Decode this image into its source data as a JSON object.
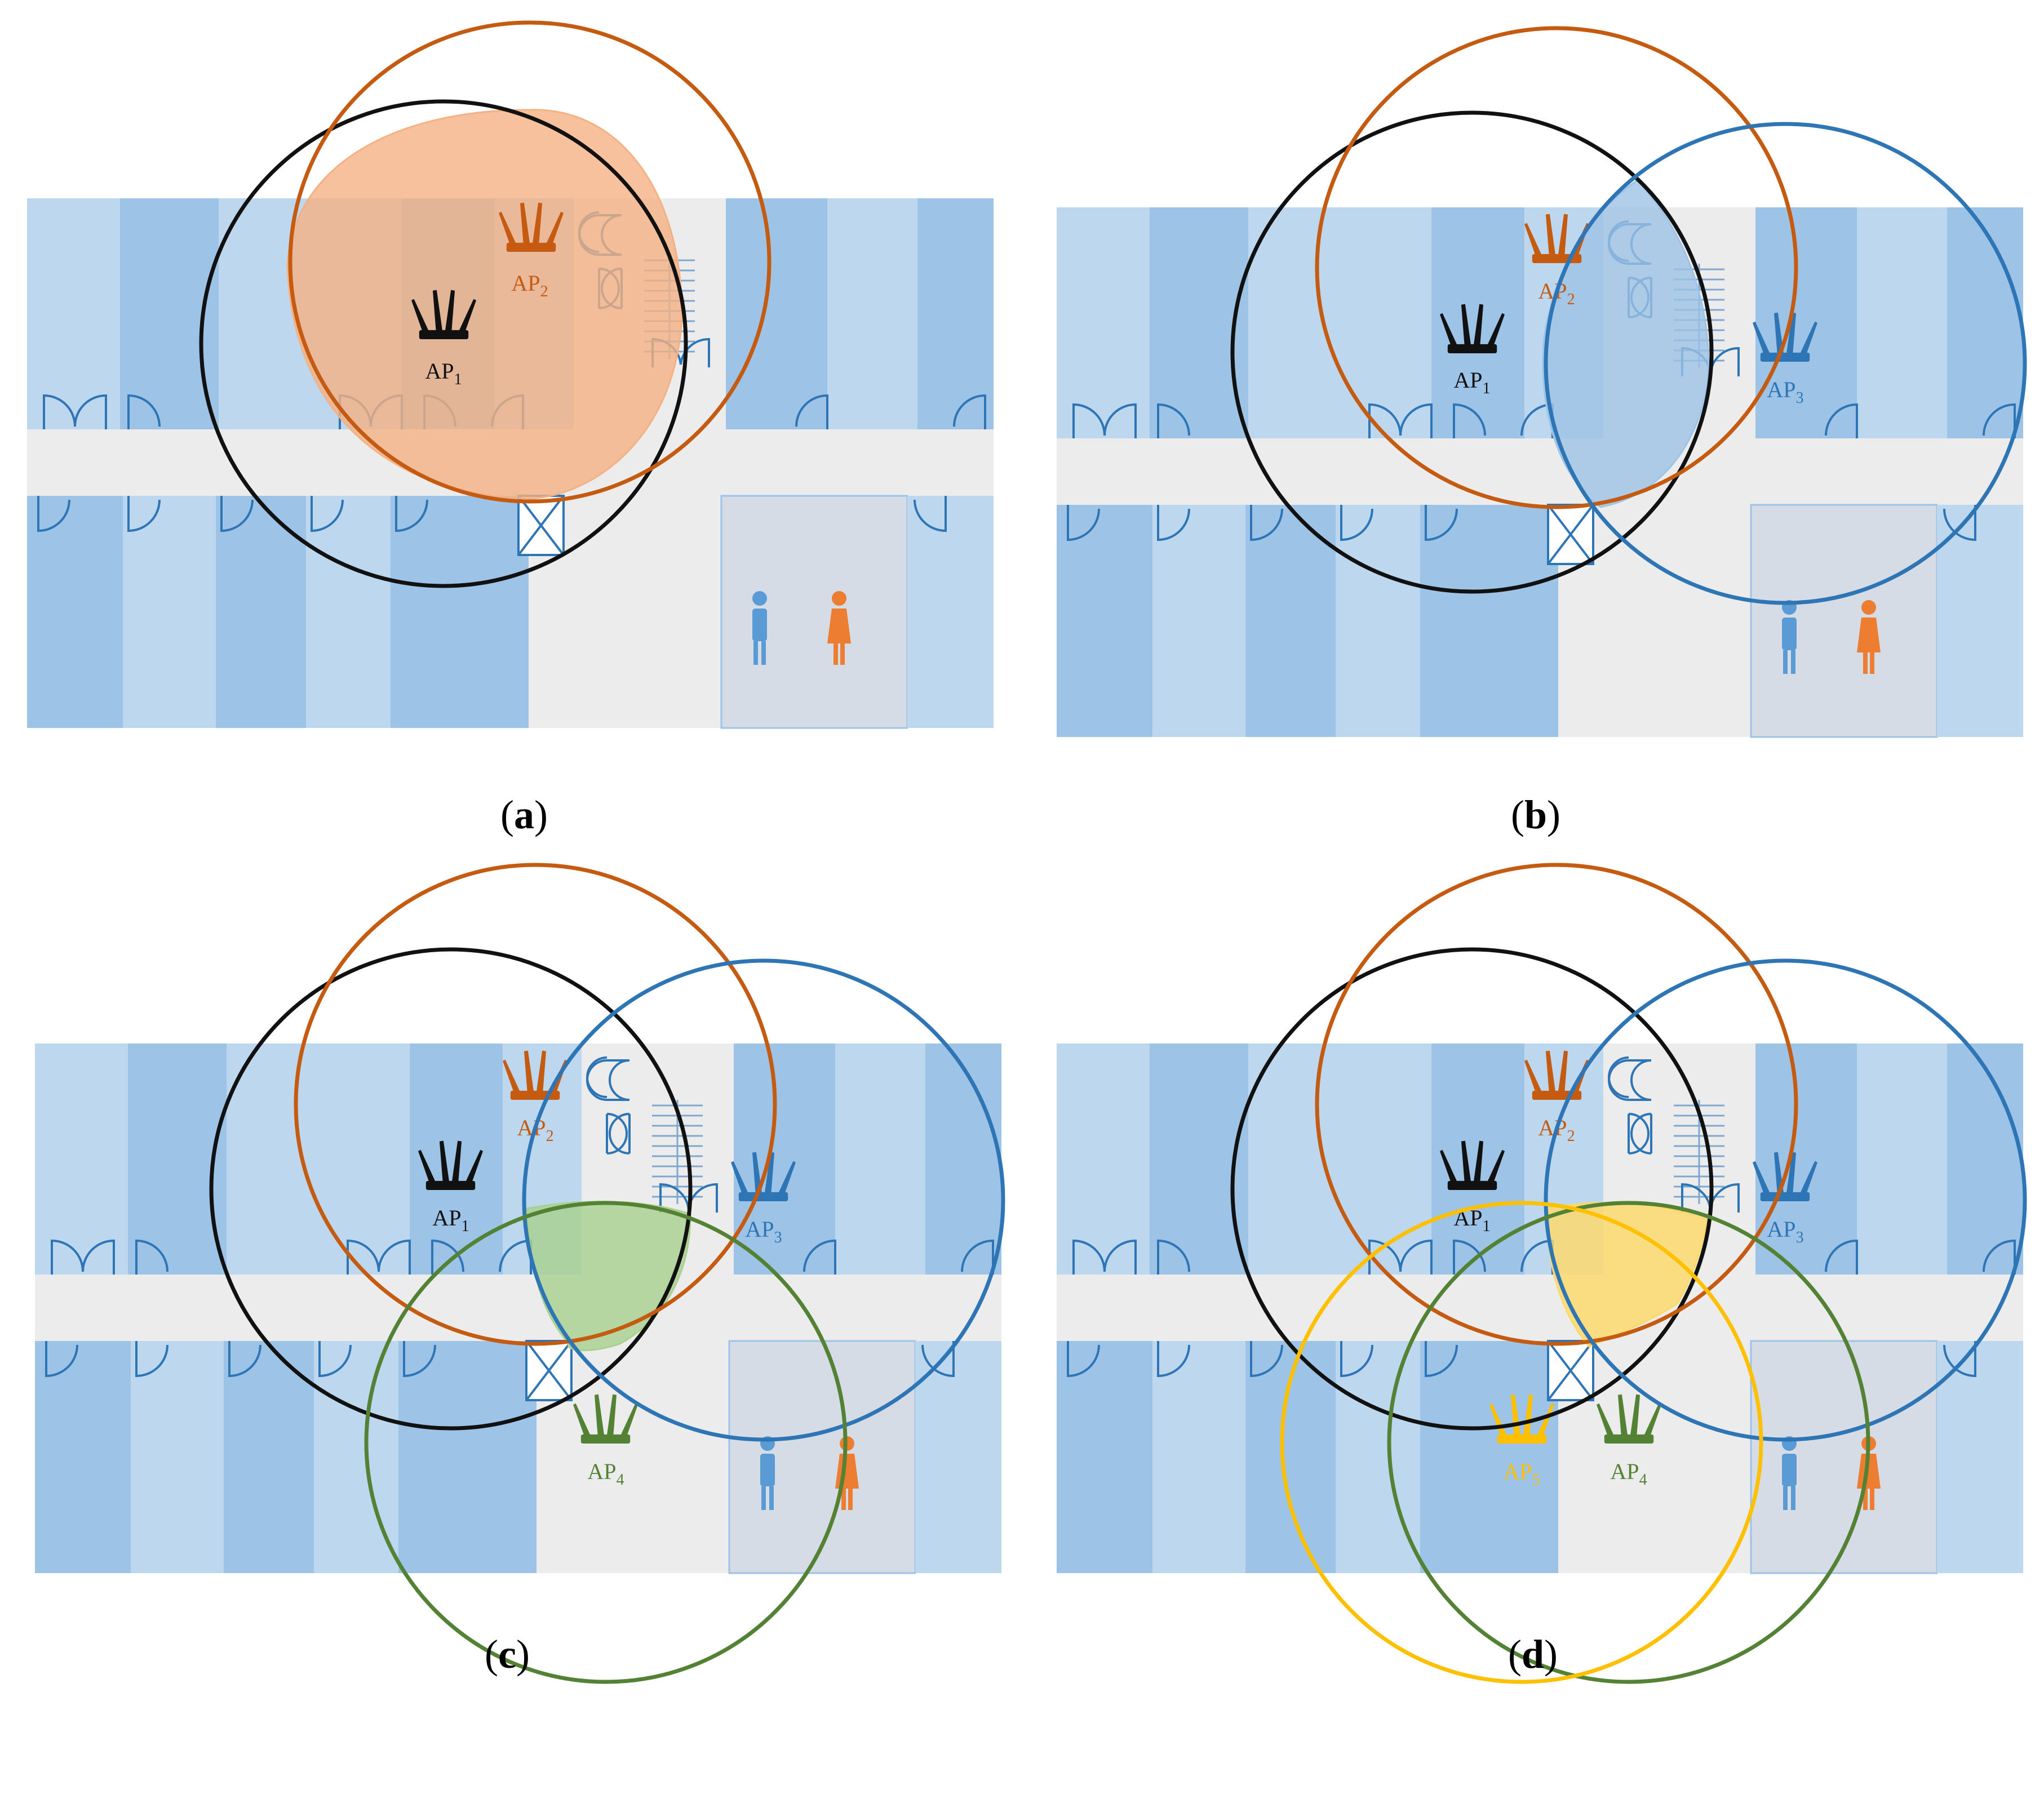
{
  "panels": [
    {
      "id": "a",
      "caption_letter": "a",
      "aps": [
        "1",
        "2"
      ],
      "highlight": "ap1-ap2"
    },
    {
      "id": "b",
      "caption_letter": "b",
      "aps": [
        "1",
        "2",
        "3"
      ],
      "highlight": "ap1-ap2-ap3"
    },
    {
      "id": "c",
      "caption_letter": "c",
      "aps": [
        "1",
        "2",
        "3",
        "4"
      ],
      "highlight": "ap1-ap2-ap3-ap4"
    },
    {
      "id": "d",
      "caption_letter": "d",
      "aps": [
        "1",
        "2",
        "3",
        "4",
        "5"
      ],
      "highlight": "ap1-ap2-ap3-ap4-ap5"
    }
  ],
  "ap_prefix": "AP",
  "ap_subscripts": {
    "ap1": "1",
    "ap2": "2",
    "ap3": "3",
    "ap4": "4",
    "ap5": "5"
  },
  "colors": {
    "ap1": "#111111",
    "ap2": "#c55a11",
    "ap3": "#2e75b6",
    "ap4": "#548235",
    "ap5": "#ffc000",
    "room_light": "#bdd7ee",
    "room_dark": "#9dc3e6",
    "corridor": "#ececec",
    "restroom": "#d6dce5",
    "fill_a": "#f4b183",
    "fill_b": "#9dc3e6",
    "fill_c": "#a9d18e",
    "fill_d": "#ffd966"
  },
  "icons": {
    "router": "router-icon",
    "door": "door-icon",
    "elevator": "elevator-icon",
    "stairs": "stairs-icon",
    "male": "male-restroom-icon",
    "female": "female-restroom-icon"
  }
}
